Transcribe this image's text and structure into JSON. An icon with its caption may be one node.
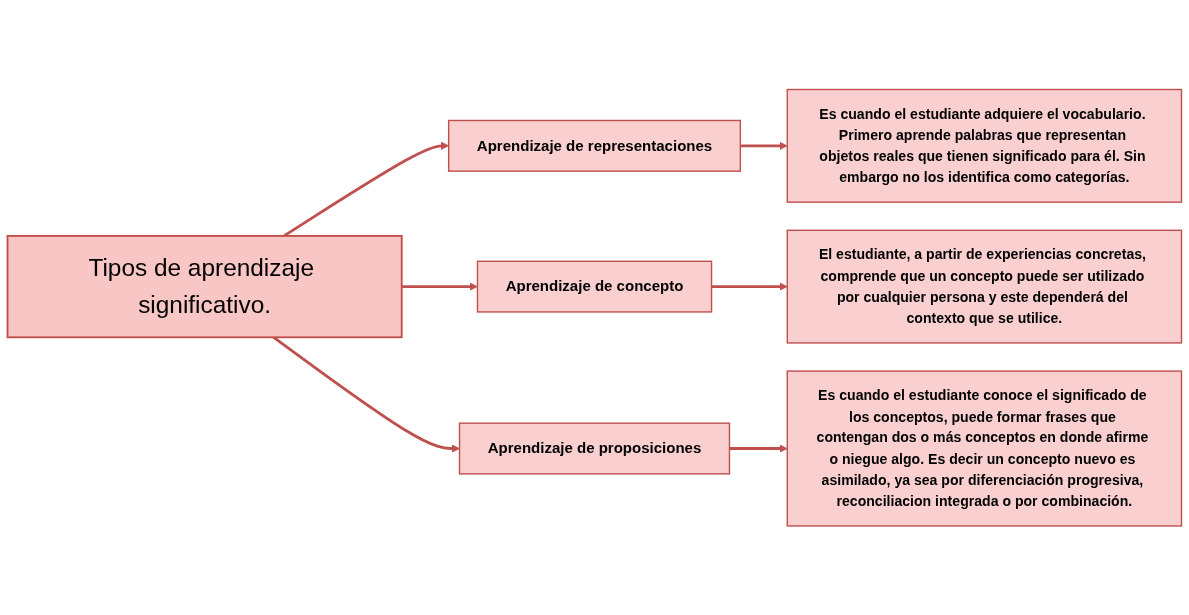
{
  "diagram": {
    "nodes": [
      {
        "text": [
          "Tipos de aprendizaje significativo."
        ]
      },
      {
        "text": [
          "Aprendizaje de representaciones"
        ]
      },
      {
        "text": [
          "Aprendizaje de concepto"
        ]
      },
      {
        "text": [
          "Aprendizaje de proposiciones"
        ]
      },
      {
        "text": [
          "Es cuando el estudiante adquiere el vocabulario. Primero aprende palabras que representan objetos reales que tienen significado para él. Sin embargo no los identifica como categorías."
        ]
      },
      {
        "text": [
          "El estudiante, a partir de experiencias concretas, comprende que un concepto puede ser utilizado por cualquier persona y este dependerá del contexto que se utilice."
        ]
      },
      {
        "text": [
          "Es cuando el estudiante conoce el significado de los conceptos, puede formar frases que contengan dos o más conceptos en donde afirme o niegue algo. Es decir un concepto nuevo es asimilado, ya sea por diferenciación progresiva, reconciliacion integrada o por combinación."
        ]
      }
    ],
    "edges": [
      {
        "from": 0,
        "to": 1,
        "arrow": "to"
      },
      {
        "from": 0,
        "to": 2,
        "arrow": "to"
      },
      {
        "from": 0,
        "to": 3,
        "arrow": "to"
      },
      {
        "from": 1,
        "to": 4,
        "arrow": "to"
      },
      {
        "from": 2,
        "to": 5,
        "arrow": "to"
      },
      {
        "from": 3,
        "to": 6,
        "arrow": "to"
      }
    ]
  }
}
